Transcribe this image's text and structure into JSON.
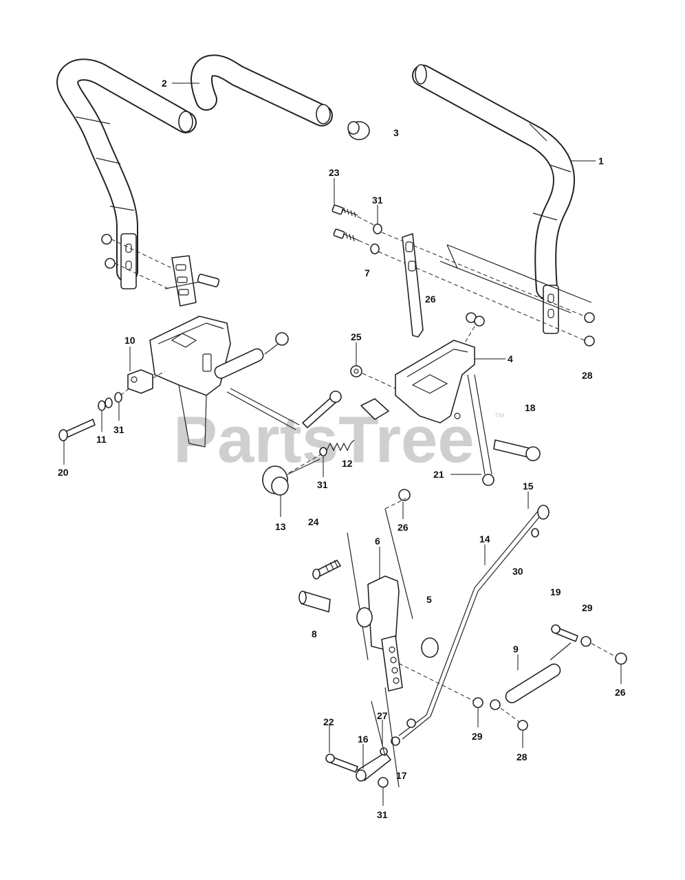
{
  "watermark": {
    "text": "PartsTree",
    "trademark": "™"
  },
  "callouts": [
    {
      "id": "c1",
      "text": "1"
    },
    {
      "id": "c2",
      "text": "2"
    },
    {
      "id": "c3",
      "text": "3"
    },
    {
      "id": "c23",
      "text": "23"
    },
    {
      "id": "c31a",
      "text": "31"
    },
    {
      "id": "c7",
      "text": "7"
    },
    {
      "id": "c26a",
      "text": "26"
    },
    {
      "id": "c4",
      "text": "4"
    },
    {
      "id": "c28a",
      "text": "28"
    },
    {
      "id": "c25",
      "text": "25"
    },
    {
      "id": "c18",
      "text": "18"
    },
    {
      "id": "c10",
      "text": "10"
    },
    {
      "id": "c11",
      "text": "11"
    },
    {
      "id": "c31b",
      "text": "31"
    },
    {
      "id": "c20",
      "text": "20"
    },
    {
      "id": "c12",
      "text": "12"
    },
    {
      "id": "c31c",
      "text": "31"
    },
    {
      "id": "c13",
      "text": "13"
    },
    {
      "id": "c24",
      "text": "24"
    },
    {
      "id": "c21",
      "text": "21"
    },
    {
      "id": "c15",
      "text": "15"
    },
    {
      "id": "c26b",
      "text": "26"
    },
    {
      "id": "c14",
      "text": "14"
    },
    {
      "id": "c6",
      "text": "6"
    },
    {
      "id": "c30",
      "text": "30"
    },
    {
      "id": "c5",
      "text": "5"
    },
    {
      "id": "c19",
      "text": "19"
    },
    {
      "id": "c29a",
      "text": "29"
    },
    {
      "id": "c8",
      "text": "8"
    },
    {
      "id": "c9",
      "text": "9"
    },
    {
      "id": "c26c",
      "text": "26"
    },
    {
      "id": "c22",
      "text": "22"
    },
    {
      "id": "c27",
      "text": "27"
    },
    {
      "id": "c29b",
      "text": "29"
    },
    {
      "id": "c28b",
      "text": "28"
    },
    {
      "id": "c16",
      "text": "16"
    },
    {
      "id": "c17",
      "text": "17"
    },
    {
      "id": "c31d",
      "text": "31"
    }
  ]
}
